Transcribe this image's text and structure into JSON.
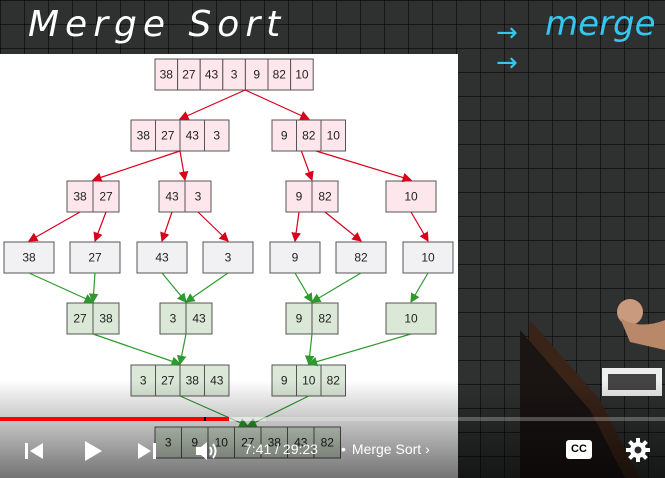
{
  "whiteboard": {
    "title": "Merge Sort",
    "note_word": "merge",
    "arrow_glyph": "→"
  },
  "diagram": {
    "levels": [
      [
        [
          "38",
          "27",
          "43",
          "3",
          "9",
          "82",
          "10"
        ]
      ],
      [
        [
          "38",
          "27",
          "43",
          "3"
        ],
        [
          "9",
          "82",
          "10"
        ]
      ],
      [
        [
          "38",
          "27"
        ],
        [
          "43",
          "3"
        ],
        [
          "9",
          "82"
        ],
        [
          "10"
        ]
      ],
      [
        [
          "38"
        ],
        [
          "27"
        ],
        [
          "43"
        ],
        [
          "3"
        ],
        [
          "9"
        ],
        [
          "82"
        ],
        [
          "10"
        ]
      ],
      [
        [
          "27",
          "38"
        ],
        [
          "3",
          "43"
        ],
        [
          "9",
          "82"
        ],
        [
          "10"
        ]
      ],
      [
        [
          "3",
          "27",
          "38",
          "43"
        ],
        [
          "9",
          "10",
          "82"
        ]
      ],
      [
        [
          "3",
          "9",
          "10",
          "27",
          "38",
          "43",
          "82"
        ]
      ]
    ],
    "split_color": "#d9001b",
    "merge_color": "#2e9a2e",
    "split_fill": "#fde7ec",
    "leaf_fill": "#f1f1f4",
    "merge_fill": "#dbe8d8"
  },
  "player": {
    "current_time": "7:41",
    "duration": "29:23",
    "time_text": "7:41 / 29:23",
    "chapter_separator": "•",
    "chapter_title": "Merge Sort",
    "chapter_chevron": "›",
    "cc_label": "CC",
    "progress_played_fraction": 0.3446,
    "progress_buffered_fraction": 0.4,
    "controls": [
      "previous-icon",
      "play-icon",
      "next-icon",
      "volume-icon",
      "cc-icon",
      "settings-icon"
    ],
    "progress_color": "#ff0000"
  }
}
